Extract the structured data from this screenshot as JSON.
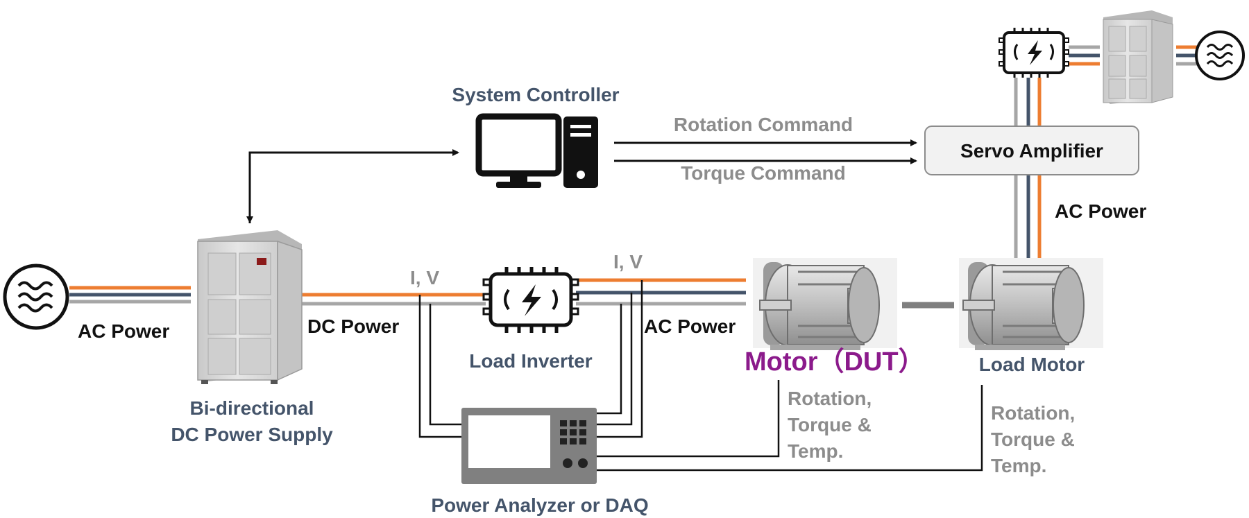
{
  "colors": {
    "background": "#ffffff",
    "orange_line": "#ed7d31",
    "navy_line": "#44546a",
    "gray_line": "#a6a6a6",
    "navy_text": "#44546a",
    "gray_text": "#8c8c8c",
    "black_text": "#111111",
    "dut_text": "#8b1a8b",
    "cabinet": "#d9d9d9",
    "analyzer": "#7f7f7f"
  },
  "labels": {
    "system_controller": "System Controller",
    "rotation_command": "Rotation Command",
    "torque_command": "Torque Command",
    "servo_amplifier": "Servo Amplifier",
    "ac_power_servo": "AC Power",
    "ac_power_left": "AC Power",
    "dc_power": "DC Power",
    "iv_left": "I, V",
    "iv_right": "I, V",
    "load_inverter": "Load Inverter",
    "ac_power_mid": "AC Power",
    "motor_dut": "Motor（DUT）",
    "load_motor": "Load Motor",
    "supply_line1": "Bi-directional",
    "supply_line2": "DC Power Supply",
    "power_analyzer": "Power Analyzer or DAQ",
    "dut_feedback": [
      "Rotation,",
      "Torque &",
      "Temp."
    ],
    "load_feedback": [
      "Rotation,",
      "Torque &",
      "Temp."
    ]
  },
  "icons": {
    "ac_source_left": "ac-source-icon",
    "ac_source_right": "ac-source-icon",
    "computer": "computer-icon",
    "inverter": "inverter-chip-icon",
    "small_inverter": "inverter-chip-icon",
    "cabinet": "power-supply-cabinet-icon",
    "small_cabinet": "power-supply-cabinet-icon",
    "motor_dut": "motor-icon",
    "load_motor": "motor-icon",
    "analyzer": "power-analyzer-icon"
  }
}
